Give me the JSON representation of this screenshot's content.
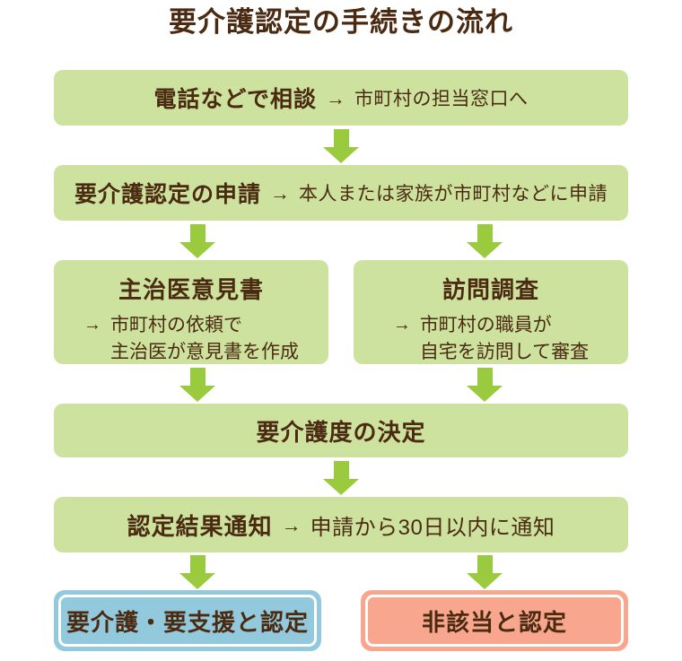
{
  "page": {
    "title": "要介護認定の手続きの流れ"
  },
  "colors": {
    "box_green": "#cde29e",
    "arrow_green": "#9aca3d",
    "box_blue": "#92c9dc",
    "box_salmon": "#f9a68e",
    "text_brown": "#4b2a12",
    "bg": "#ffffff"
  },
  "flow": {
    "consult": {
      "title": "電話などで相談",
      "arrow": "→",
      "desc": "市町村の担当窓口へ"
    },
    "apply": {
      "title": "要介護認定の申請",
      "arrow": "→",
      "desc": "本人または家族が市町村などに申請"
    },
    "doctor": {
      "title": "主治医意見書",
      "arrow": "→",
      "line1": "市町村の依頼で",
      "line2": "主治医が意見書を作成"
    },
    "visit": {
      "title": "訪問調査",
      "arrow": "→",
      "line1": "市町村の職員が",
      "line2": "自宅を訪問して審査"
    },
    "decide": {
      "title": "要介護度の決定"
    },
    "notify": {
      "title": "認定結果通知",
      "arrow": "→",
      "desc": "申請から30日以内に通知"
    },
    "result_certified": {
      "title": "要介護・要支援と認定"
    },
    "result_not_applicable": {
      "title": "非該当と認定"
    }
  }
}
